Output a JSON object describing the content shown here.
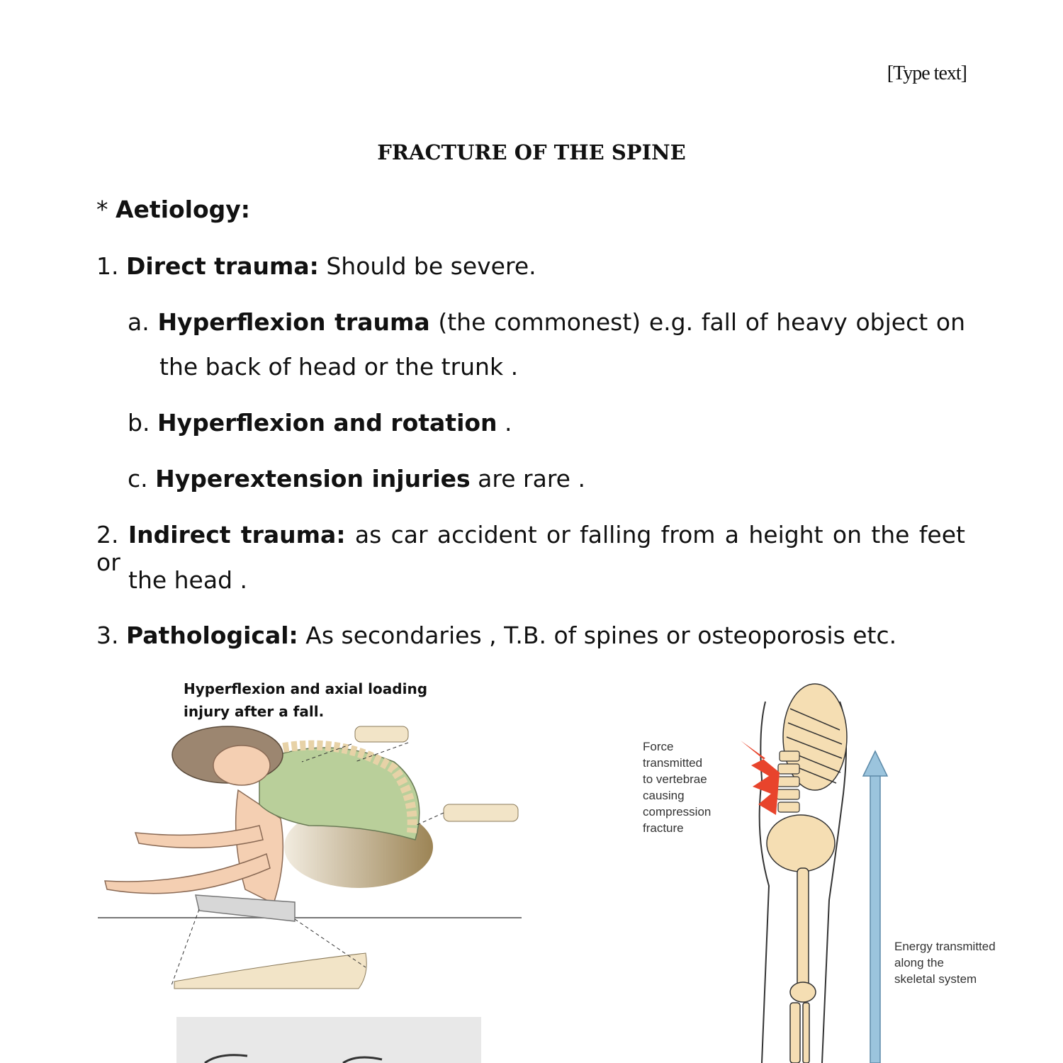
{
  "header": {
    "text": "[Type text]"
  },
  "title": "FRACTURE OF THE SPINE",
  "aetiology": {
    "prefix": "* ",
    "heading": "Aetiology:"
  },
  "items": [
    {
      "num": "1. ",
      "bold": "Direct trauma:",
      "text": " Should be severe."
    },
    {
      "num": "2. ",
      "bold": "Indirect trauma:",
      "text_l1": " as car accident or falling from a height on the feet or",
      "text_l2": "the head ."
    },
    {
      "num": "3. ",
      "bold": "Pathological:",
      "text": " As secondaries , T.B. of spines or osteoporosis etc."
    }
  ],
  "subitems": [
    {
      "letter": "a. ",
      "bold": "Hyperflexion trauma",
      "text_l1": " (the commonest) e.g. fall of heavy object on",
      "text_l2": "the back of head or the trunk ."
    },
    {
      "letter": "b. ",
      "bold": "Hyperflexion and rotation",
      "text": " ."
    },
    {
      "letter": "c. ",
      "bold": "Hyperextension injuries",
      "text": " are rare ."
    }
  ],
  "figure_left": {
    "caption_l1": "Hyperflexion and axial loading",
    "caption_l2": "injury after a fall."
  },
  "figure_right": {
    "force_label": [
      "Force",
      "transmitted",
      "to vertebrae",
      "causing",
      "compression",
      "fracture"
    ],
    "energy_label": [
      "Energy transmitted",
      "along the",
      "skeletal system"
    ]
  }
}
